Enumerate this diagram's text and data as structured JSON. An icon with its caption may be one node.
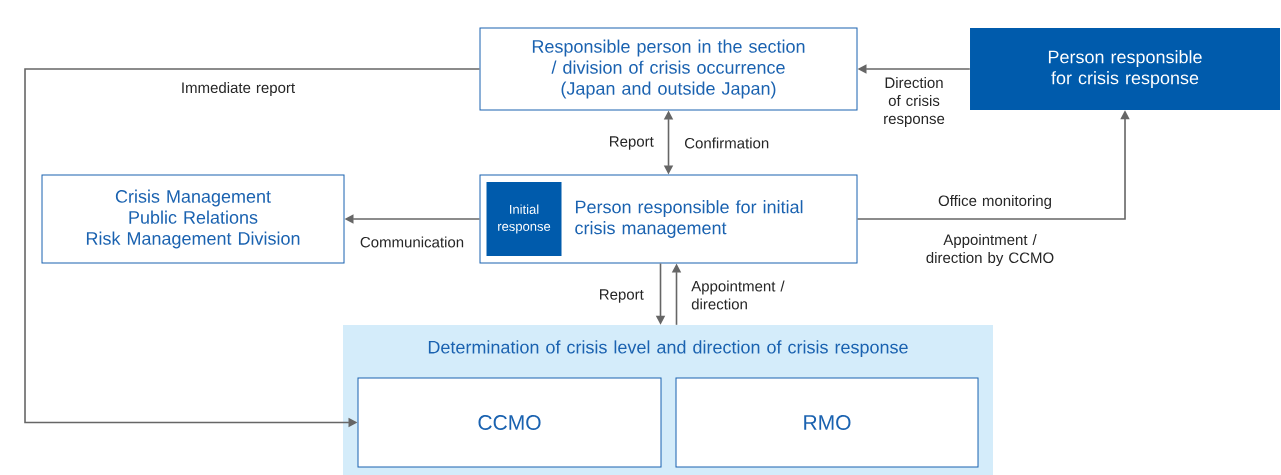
{
  "diagram": {
    "nodes": [
      {
        "text": [
          "Responsible person in the section / division of crisis occurrence (Japan and outside Japan)"
        ]
      },
      {
        "text": [
          "Person responsible for crisis response"
        ]
      },
      {
        "text": [
          "Crisis Management",
          "Public Relations",
          "Risk Management Division"
        ]
      },
      {
        "text": [
          "Person responsible for initial crisis management"
        ]
      },
      {
        "text": [
          "Initial response"
        ],
        "in": 3
      },
      {
        "text": [
          "Determination of crisis level and direction of crisis response"
        ]
      },
      {
        "text": [
          "CCMO"
        ],
        "in": 5
      },
      {
        "text": [
          "RMO"
        ],
        "in": 5
      }
    ],
    "edges": [
      {
        "from": 0,
        "to": 6,
        "arrow": "to",
        "label": "Immediate report"
      },
      {
        "from": 1,
        "to": 0,
        "arrow": "to",
        "label": "Direction of crisis response"
      },
      {
        "from": 0,
        "to": 3,
        "arrow": "both",
        "label": "Report"
      },
      {
        "from": 3,
        "to": 2,
        "arrow": "to",
        "label": "Communication"
      },
      {
        "from": 3,
        "to": 1,
        "arrow": "to",
        "label": "Office monitoring"
      },
      {
        "from": 3,
        "to": 5,
        "arrow": "to",
        "label": "Report"
      },
      {
        "from": 5,
        "to": 3,
        "arrow": "to",
        "label": "Appointment / direction"
      }
    ],
    "labels": [
      "Confirmation",
      "Appointment / direction by CCMO"
    ]
  }
}
